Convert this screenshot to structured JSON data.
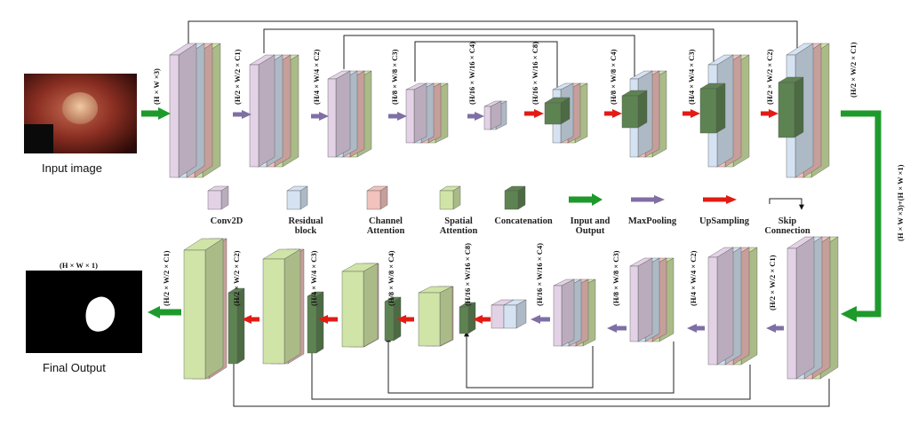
{
  "labels": {
    "input_image": "Input image",
    "final_output": "Final Output",
    "output_dim": "(H × W × 1)",
    "input_dim": "(H × W ×3)",
    "side_dim": "(H × W ×3)+(H × W ×1)"
  },
  "encoder_dims": [
    "(H/2 × W/2 × C1)",
    "(H/4 × W/4 × C2)",
    "(H/8 × W/8 × C3)",
    "(H/16 × W/16 × C4)",
    "(H/16 × W/16 × C8)",
    "(H/8 × W/8 × C4)",
    "(H/4 × W/4 × C3)",
    "(H/2 × W/2 × C2)",
    "(H/2 × W/2 × C1)"
  ],
  "decoder_dims": [
    "(H/2 × W/2 × C1)",
    "(H/2 × W/2 × C2)",
    "(H/4 × W/4 × C3)",
    "(H/8 × W/8 × C4)",
    "(H/16 × W/16 × C8)",
    "(H/16 × W/16 × C4)",
    "(H/8 × W/8 × C3)",
    "(H/4 × W/4 × C2)",
    "(H/2 × W/2 × C1)"
  ],
  "legend": [
    {
      "name": "conv2d",
      "label": [
        "Conv2D"
      ],
      "color": "#e3d2e6"
    },
    {
      "name": "residual-block",
      "label": [
        "Residual",
        "block"
      ],
      "color": "#d4e2f2"
    },
    {
      "name": "channel-attention",
      "label": [
        "Channel",
        "Attention"
      ],
      "color": "#f2c2bc"
    },
    {
      "name": "spatial-attention",
      "label": [
        "Spatial",
        "Attention"
      ],
      "color": "#cfe4a6"
    },
    {
      "name": "concatenation",
      "label": [
        "Concatenation"
      ],
      "color": "#5e8352"
    },
    {
      "name": "input-output",
      "label": [
        "Input and",
        "Output"
      ],
      "color": "#1d9a2b"
    },
    {
      "name": "maxpooling",
      "label": [
        "MaxPooling"
      ],
      "color": "#7f6fa4"
    },
    {
      "name": "upsampling",
      "label": [
        "UpSampling"
      ],
      "color": "#e21b14"
    },
    {
      "name": "skip-connection",
      "label": [
        "Skip",
        "Connection"
      ],
      "color": "#111111"
    }
  ],
  "colors": {
    "conv": "#e3d2e6",
    "residual": "#d4e2f2",
    "channel": "#f2c2bc",
    "spatial": "#cfe4a6",
    "concat": "#5e8352",
    "io_arrow": "#1d9a2b",
    "pool_arrow": "#7f6fa4",
    "up_arrow": "#e21b14"
  }
}
